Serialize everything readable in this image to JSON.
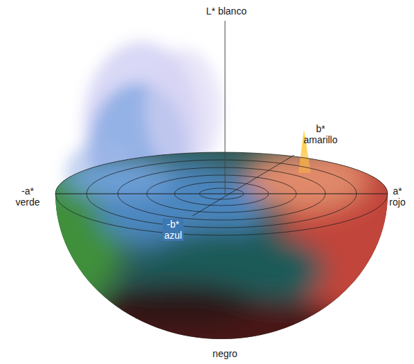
{
  "diagram": {
    "labels": [
      "L* blanco",
      "b* amarillo",
      "-a* verde",
      "a* rojo",
      "-b* azul",
      "negro"
    ]
  }
}
